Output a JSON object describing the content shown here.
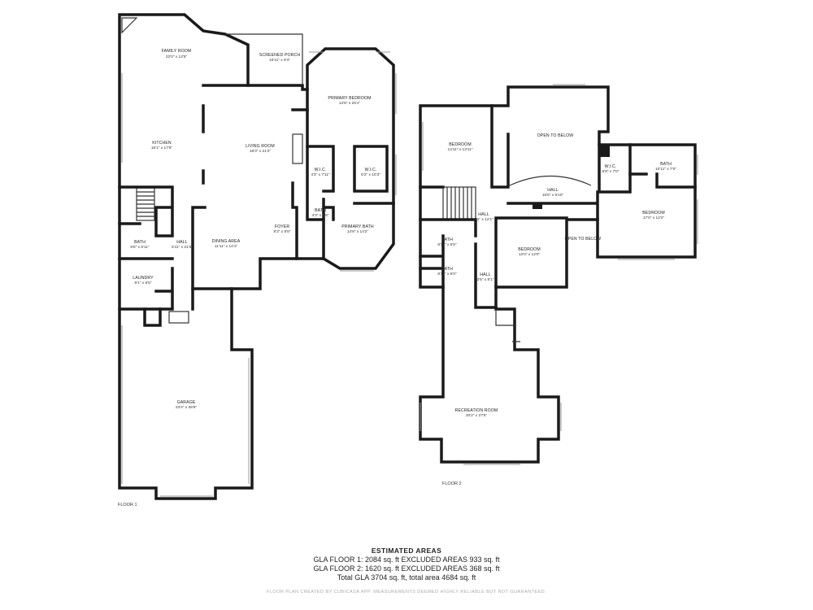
{
  "floor1": {
    "label": "FLOOR 1",
    "rooms": [
      {
        "name": "FAMILY ROOM",
        "dim": "22'0\" x 12'5\""
      },
      {
        "name": "SCREENED PORCH",
        "dim": "16'11\" x 9'4\""
      },
      {
        "name": "PRIMARY BEDROOM",
        "dim": "14'8\" x 25'1\""
      },
      {
        "name": "KITCHEN",
        "dim": "15'1\" x 17'8\""
      },
      {
        "name": "LIVING ROOM",
        "dim": "18'3\" x 21'2\""
      },
      {
        "name": "W.I.C.",
        "dim": "4'3\" x 7'11\""
      },
      {
        "name": "W.I.C.",
        "dim": "6'2\" x 10'3\""
      },
      {
        "name": "BATH",
        "dim": "4'3\" x 5'6\""
      },
      {
        "name": "PRIMARY BATH",
        "dim": "14'8\" x 14'2\""
      },
      {
        "name": "FOYER",
        "dim": "8'3\" x 8'8\""
      },
      {
        "name": "DINING AREA",
        "dim": "11'11\" x 14'1\""
      },
      {
        "name": "BATH",
        "dim": "6'5\" x 5'11\""
      },
      {
        "name": "HALL",
        "dim": "5'11\" x 21'5\""
      },
      {
        "name": "LAUNDRY",
        "dim": "9'1\" x 8'5\""
      },
      {
        "name": "GARAGE",
        "dim": "23'4\" x 36'8\""
      }
    ]
  },
  "floor2": {
    "label": "FLOOR 2",
    "rooms": [
      {
        "name": "BEDROOM",
        "dim": "14'11\" x 13'11\""
      },
      {
        "name": "OPEN TO BELOW",
        "dim": ""
      },
      {
        "name": "W.I.C.",
        "dim": "5'8\" x 7'0\""
      },
      {
        "name": "BATH",
        "dim": "10'11\" x 7'0\""
      },
      {
        "name": "HALL",
        "dim": "15'6\" x 6'10\""
      },
      {
        "name": "BEDROOM",
        "dim": "17'0\" x 12'2\""
      },
      {
        "name": "HALL",
        "dim": "6'1\" x 12'1\""
      },
      {
        "name": "BATH",
        "dim": "8'11\" x 5'5\""
      },
      {
        "name": "BEDROOM",
        "dim": "12'0\" x 12'0\""
      },
      {
        "name": "OPEN TO BELOW",
        "dim": ""
      },
      {
        "name": "BATH",
        "dim": "8'11\" x 5'0\""
      },
      {
        "name": "HALL",
        "dim": "3'5\" x 8'1\""
      },
      {
        "name": "RECREATION ROOM",
        "dim": "20'2\" x 27'5\""
      }
    ]
  },
  "summary": {
    "title": "ESTIMATED AREAS",
    "line1": "GLA FLOOR 1: 2084 sq. ft EXCLUDED AREAS 933 sq. ft",
    "line2": "GLA FLOOR 2: 1620 sq. ft EXCLUDED AREAS 368 sq. ft",
    "line3": "Total GLA 3704 sq. ft, total area 4684 sq. ft",
    "disclaimer": "FLOOR PLAN CREATED BY CUBICASA APP. MEASUREMENTS DEEMED HIGHLY RELIABLE BUT NOT GUARANTEED."
  }
}
